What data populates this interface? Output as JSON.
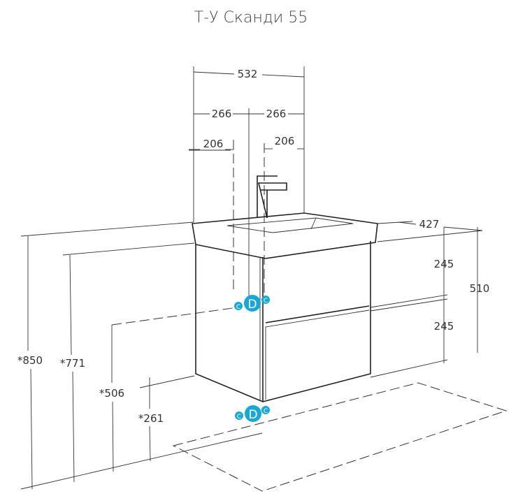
{
  "title": "Т-У Сканди 55",
  "dimensions": {
    "total_width": "532",
    "half_left": "266",
    "half_right": "266",
    "offset_left": "206",
    "offset_right": "206",
    "depth": "427",
    "drawer_top": "245",
    "drawer_bottom": "245",
    "body_height": "510",
    "h_850": "*850",
    "h_771": "*771",
    "h_506": "*506",
    "h_261": "*261"
  },
  "connections": {
    "upper": [
      "C",
      "D",
      "C"
    ],
    "lower": [
      "C",
      "D",
      "C"
    ]
  },
  "colors": {
    "connection": "#1aa7d8",
    "line": "#222222"
  }
}
